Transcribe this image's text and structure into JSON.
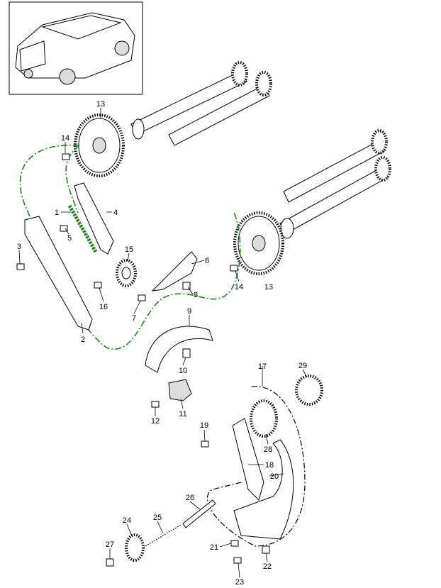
{
  "diagram": {
    "colors": {
      "chain_highlight": "#1a8a1a",
      "line": "#000000"
    },
    "labels": {
      "l13a": "13",
      "l14a": "14",
      "l1": "1",
      "l4": "4",
      "l5": "5",
      "l3": "3",
      "l15": "15",
      "l6": "6",
      "l16": "16",
      "l8": "8",
      "l7": "7",
      "l2": "2",
      "l9": "9",
      "l10": "10",
      "l11": "11",
      "l12": "12",
      "l14b": "14",
      "l13b": "13",
      "l17": "17",
      "l29": "29",
      "l19": "19",
      "l28": "28",
      "l18": "18",
      "l20": "20",
      "l26": "26",
      "l25": "25",
      "l24": "24",
      "l27": "27",
      "l21": "21",
      "l22": "22",
      "l23": "23"
    }
  }
}
